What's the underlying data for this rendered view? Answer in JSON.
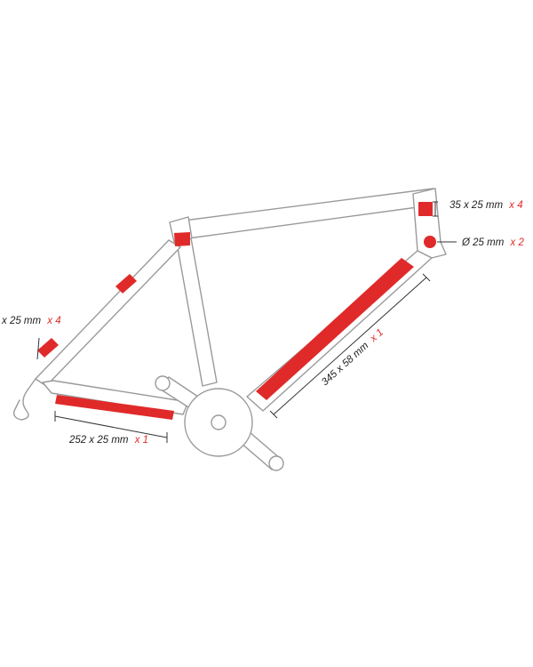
{
  "colors": {
    "accent": "#e02a2a",
    "frame_outline": "#9a9a9a",
    "text": "#222222"
  },
  "labels": {
    "head_patch": {
      "size": "35 x 25 mm",
      "qty": "x 4"
    },
    "round_patch": {
      "size": "Ø 25 mm",
      "qty": "x 2"
    },
    "down_tube": {
      "size": "345 x 58 mm",
      "qty": "x 1"
    },
    "seat_stay": {
      "size": "x 25 mm",
      "qty": "x 4"
    },
    "chain_stay": {
      "size": "252 x 25 mm",
      "qty": "x 1"
    }
  }
}
